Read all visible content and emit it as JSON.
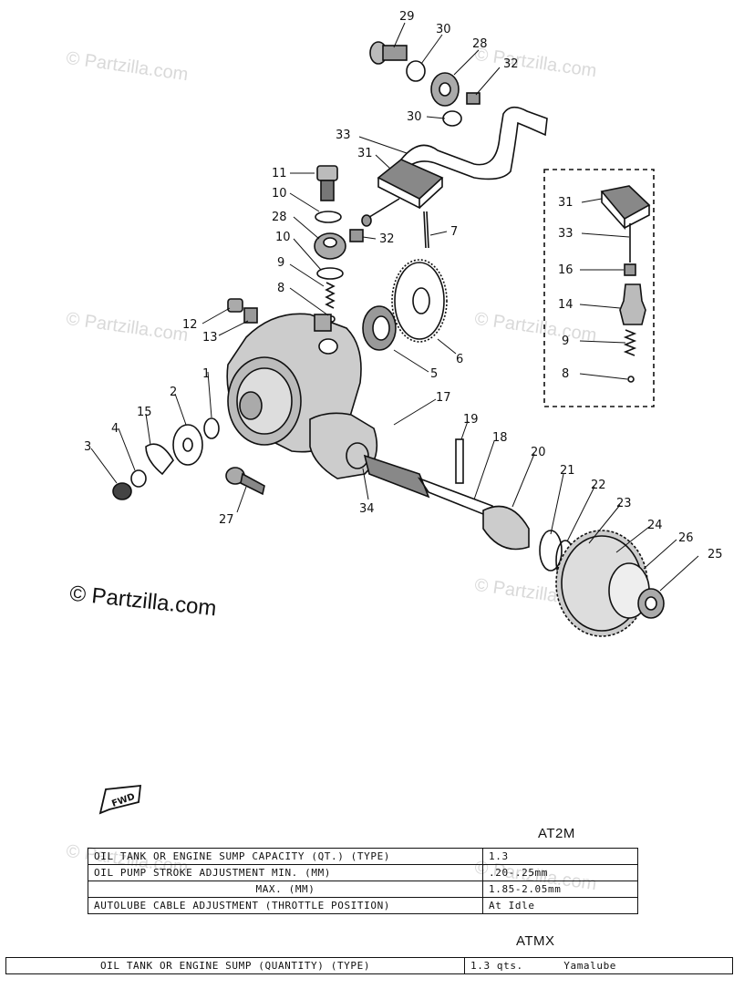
{
  "watermarks": [
    "© Partzilla.com",
    "© Partzilla.com",
    "© Partzilla.com",
    "© Partzilla.com",
    "© Partzilla.com",
    "© Partzilla.com",
    "© Partzilla.com"
  ],
  "watermark_main": "© Partzilla.com",
  "callouts": [
    "29",
    "30",
    "28",
    "32",
    "30",
    "33",
    "31",
    "11",
    "10",
    "28",
    "10",
    "32",
    "7",
    "9",
    "8",
    "12",
    "13",
    "6",
    "5",
    "1",
    "2",
    "15",
    "4",
    "3",
    "17",
    "19",
    "18",
    "20",
    "21",
    "22",
    "23",
    "24",
    "26",
    "25",
    "27",
    "34",
    "31",
    "33",
    "16",
    "14",
    "9",
    "8"
  ],
  "fwd_label": "FWD",
  "at2m": {
    "title": "AT2M",
    "rows": [
      {
        "label": "OIL TANK OR ENGINE SUMP CAPACITY (QT.) (TYPE)",
        "value": "1.3"
      },
      {
        "label": "OIL PUMP STROKE ADJUSTMENT MIN. (MM)",
        "value": ".20-.25mm"
      },
      {
        "label": "MAX. (MM)",
        "value": "1.85-2.05mm"
      },
      {
        "label": "AUTOLUBE CABLE ADJUSTMENT (THROTTLE POSITION)",
        "value": "At Idle"
      }
    ]
  },
  "atmx": {
    "title": "ATMX",
    "label": "OIL TANK OR ENGINE SUMP (QUANTITY) (TYPE)",
    "quantity": "1.3 qts.",
    "type": "Yamalube"
  }
}
